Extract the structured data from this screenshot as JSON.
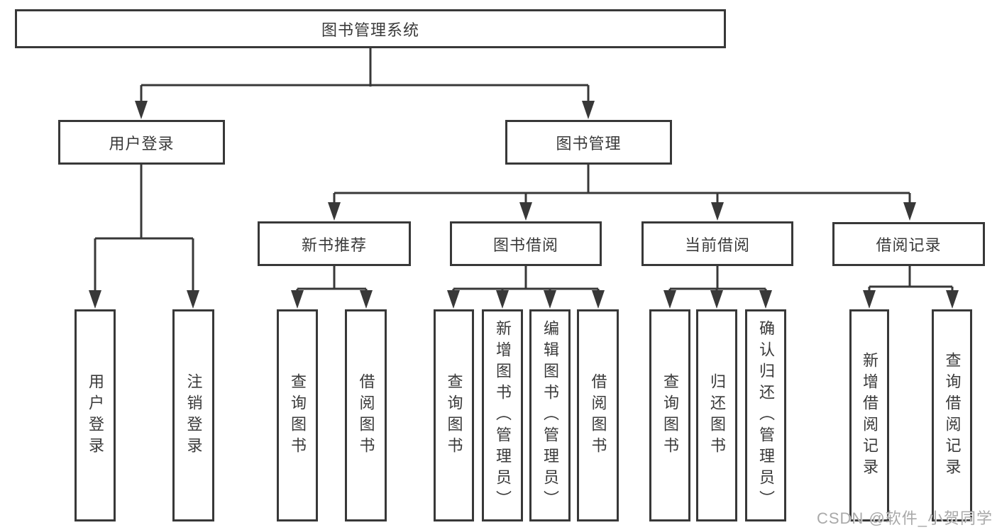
{
  "tree": {
    "label": "图书管理系统",
    "children": [
      {
        "label": "用户登录",
        "children": [
          {
            "label": "用户登录"
          },
          {
            "label": "注销登录"
          }
        ]
      },
      {
        "label": "图书管理",
        "children": [
          {
            "label": "新书推荐",
            "children": [
              {
                "label": "查询图书"
              },
              {
                "label": "借阅图书"
              }
            ]
          },
          {
            "label": "图书借阅",
            "children": [
              {
                "label": "查询图书"
              },
              {
                "label": "新增图书（管理员）"
              },
              {
                "label": "编辑图书（管理员）"
              },
              {
                "label": "借阅图书"
              }
            ]
          },
          {
            "label": "当前借阅",
            "children": [
              {
                "label": "查询图书"
              },
              {
                "label": "归还图书"
              },
              {
                "label": "确认归还（管理员）"
              }
            ]
          },
          {
            "label": "借阅记录",
            "children": [
              {
                "label": "新增借阅记录"
              },
              {
                "label": "查询借阅记录"
              }
            ]
          }
        ]
      }
    ]
  },
  "watermark": {
    "text": "CSDN @软件_小贺同学"
  },
  "colors": {
    "line": "#383838",
    "text": "#3a3a3a",
    "background": "#ffffff",
    "watermark": "#a9a9a9"
  }
}
